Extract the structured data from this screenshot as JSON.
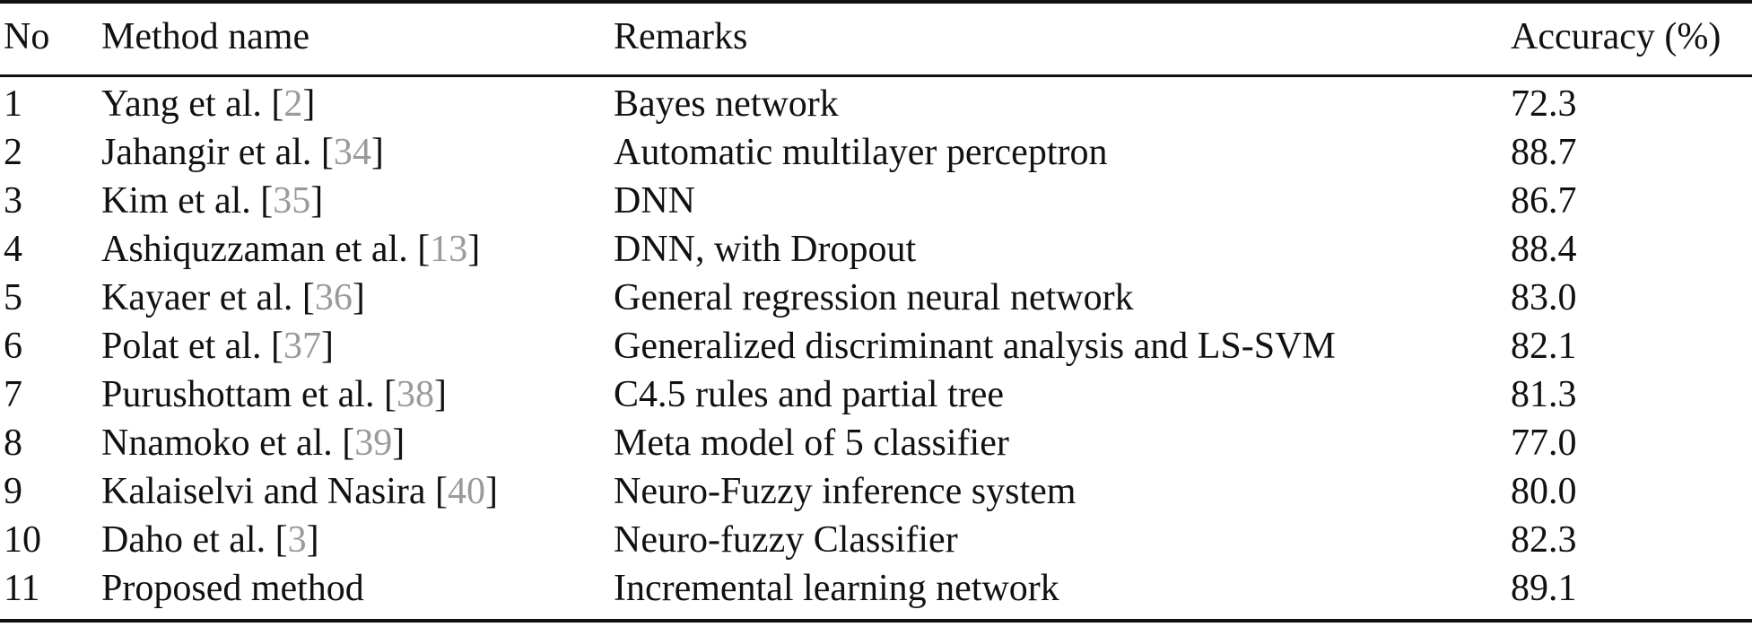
{
  "table": {
    "headers": {
      "no": "No",
      "method": "Method name",
      "remarks": "Remarks",
      "accuracy": "Accuracy (%)"
    },
    "rows": [
      {
        "no": "1",
        "method": "Yang et al.",
        "cite": "2",
        "remarks": "Bayes network",
        "accuracy": "72.3"
      },
      {
        "no": "2",
        "method": "Jahangir et al.",
        "cite": "34",
        "remarks": "Automatic multilayer perceptron",
        "accuracy": "88.7"
      },
      {
        "no": "3",
        "method": "Kim et al.",
        "cite": "35",
        "remarks": "DNN",
        "accuracy": "86.7"
      },
      {
        "no": "4",
        "method": "Ashiquzzaman et al.",
        "cite": "13",
        "remarks": "DNN, with Dropout",
        "accuracy": "88.4"
      },
      {
        "no": "5",
        "method": "Kayaer et al.",
        "cite": "36",
        "remarks": "General regression neural network",
        "accuracy": "83.0"
      },
      {
        "no": "6",
        "method": "Polat et al.",
        "cite": "37",
        "remarks": "Generalized discriminant analysis and LS-SVM",
        "accuracy": "82.1"
      },
      {
        "no": "7",
        "method": "Purushottam et al.",
        "cite": "38",
        "remarks": "C4.5 rules and partial tree",
        "accuracy": "81.3"
      },
      {
        "no": "8",
        "method": "Nnamoko et al.",
        "cite": "39",
        "remarks": "Meta model of 5 classifier",
        "accuracy": "77.0"
      },
      {
        "no": "9",
        "method": "Kalaiselvi and Nasira",
        "cite": "40",
        "remarks": "Neuro-Fuzzy inference system",
        "accuracy": "80.0"
      },
      {
        "no": "10",
        "method": "Daho et al.",
        "cite": "3",
        "remarks": "Neuro-fuzzy Classifier",
        "accuracy": "82.3"
      },
      {
        "no": "11",
        "method": "Proposed method",
        "cite": "",
        "remarks": "Incremental learning network",
        "accuracy": "89.1"
      }
    ]
  }
}
